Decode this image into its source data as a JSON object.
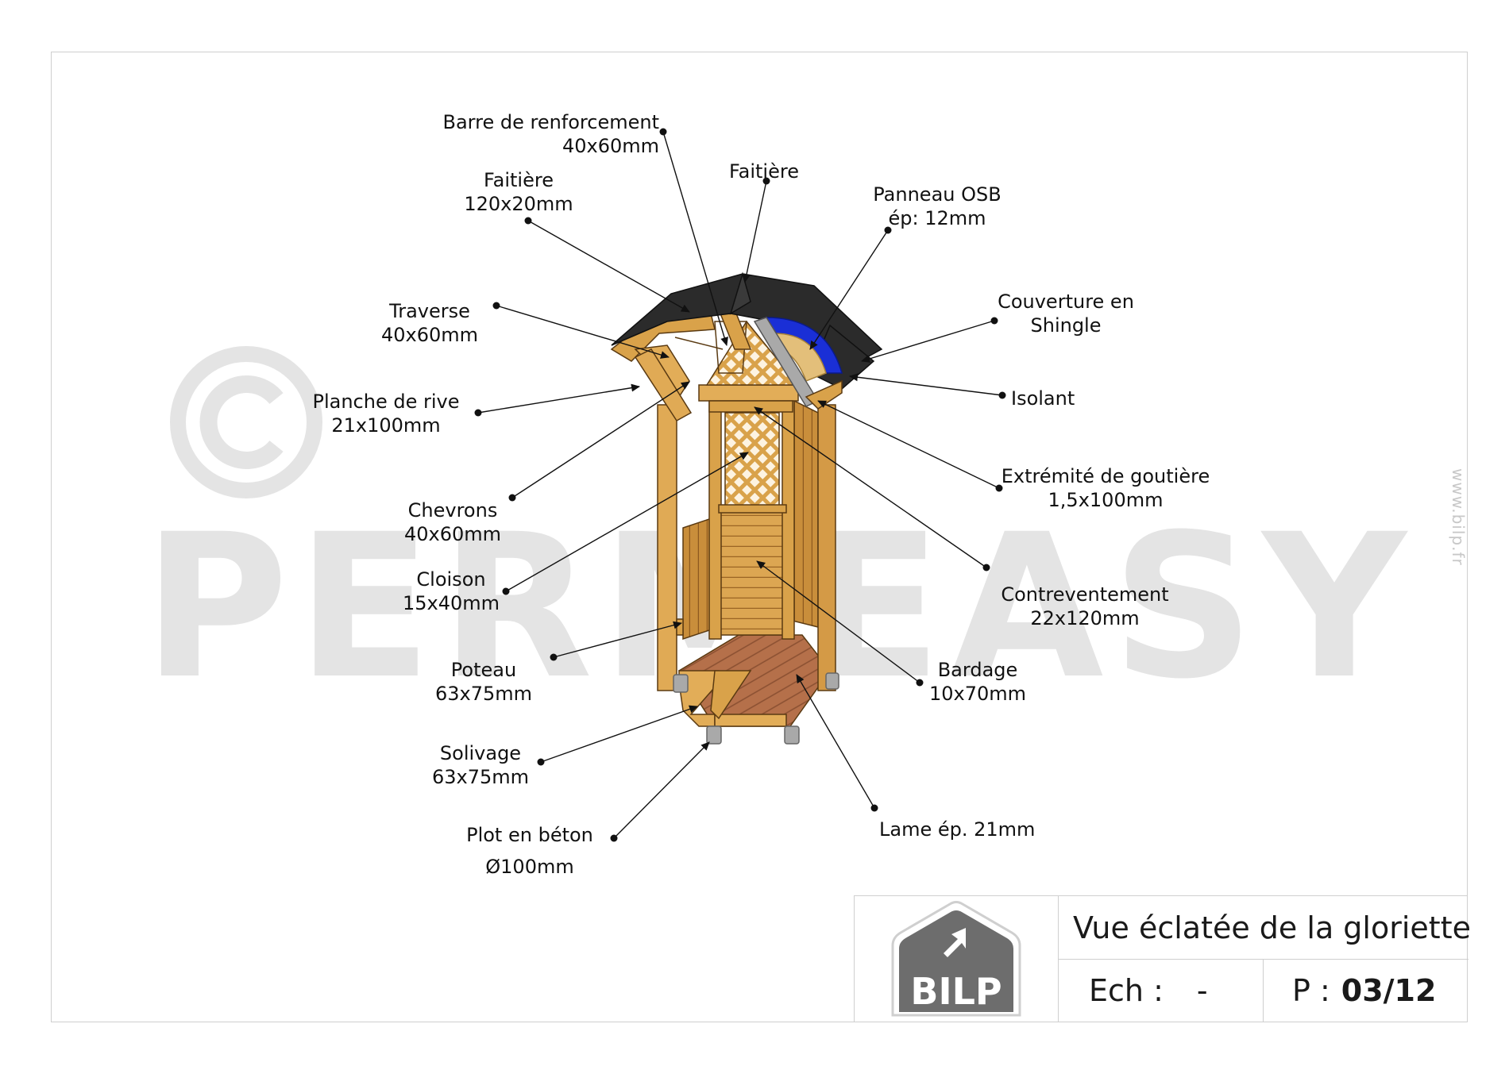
{
  "watermark": {
    "text": "PERMEASY",
    "side_text": "www.bilp.fr"
  },
  "labels": {
    "barre": [
      "Barre de renforcement",
      "40x60mm"
    ],
    "faitiere_120": [
      "Faitière",
      "120x20mm"
    ],
    "faitiere": [
      "Faitière"
    ],
    "panneau": [
      "Panneau OSB",
      "ép: 12mm"
    ],
    "traverse": [
      "Traverse",
      "40x60mm"
    ],
    "couverture": [
      "Couverture en",
      "Shingle"
    ],
    "planche": [
      "Planche de rive",
      "21x100mm"
    ],
    "isolant": [
      "Isolant"
    ],
    "gouttiere": [
      "Extrémité de goutière",
      "1,5x100mm"
    ],
    "chevrons": [
      "Chevrons",
      "40x60mm"
    ],
    "cloison": [
      "Cloison",
      "15x40mm"
    ],
    "contrevent": [
      "Contreventement",
      "22x120mm"
    ],
    "poteau": [
      "Poteau",
      "63x75mm"
    ],
    "bardage": [
      "Bardage",
      "10x70mm"
    ],
    "solivage": [
      "Solivage",
      "63x75mm"
    ],
    "plot": [
      "Plot en  béton",
      "Ø100mm"
    ],
    "lame": [
      "Lame ép. 21mm"
    ]
  },
  "title_block": {
    "logo_text": "BILP",
    "title": "Vue éclatée de la gloriette",
    "scale_label": "Ech :",
    "scale_value": "-",
    "page_label": "P :",
    "page_value": "03/12"
  },
  "colors": {
    "wood": "#d9a24a",
    "wood_dark": "#b97a2b",
    "roof": "#2b2b2b",
    "osb": "#1a2fd6",
    "insulation": "#e3bf7a",
    "floor": "#b5704a",
    "concrete": "#a9a9a9",
    "logo": "#6d6d6d"
  }
}
